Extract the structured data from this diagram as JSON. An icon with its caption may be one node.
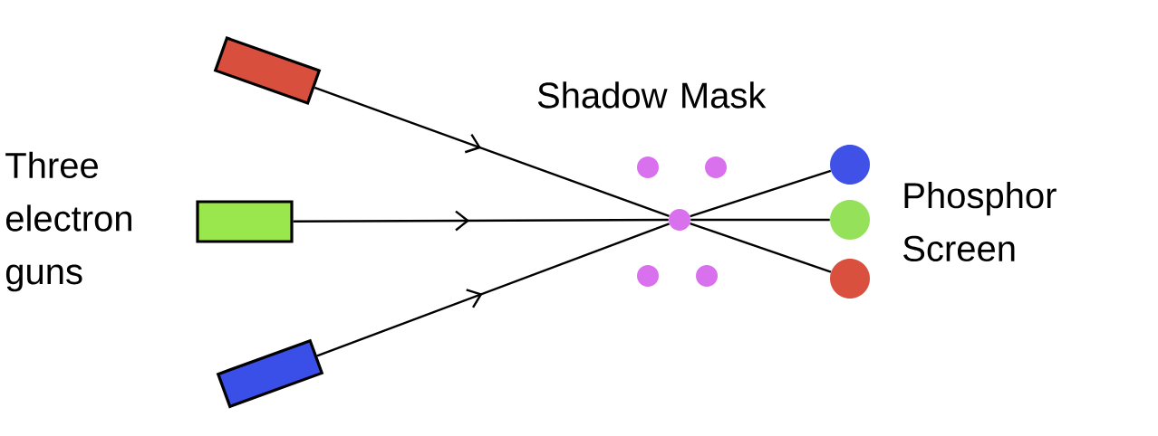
{
  "diagram": {
    "nodes": [
      {
        "text": [],
        "shape": "box"
      },
      {
        "text": [],
        "shape": "box"
      },
      {
        "text": [],
        "shape": "box"
      },
      {
        "text": [],
        "shape": "circle"
      },
      {
        "text": [],
        "shape": "circle"
      },
      {
        "text": [],
        "shape": "circle"
      },
      {
        "text": [],
        "shape": "circle"
      },
      {
        "text": [],
        "shape": "circle"
      },
      {
        "text": [],
        "shape": "circle"
      },
      {
        "text": [],
        "shape": "circle"
      },
      {
        "text": [],
        "shape": "circle"
      }
    ],
    "edges": [
      {
        "from": 0,
        "to": 5,
        "arrow": "to"
      },
      {
        "from": 5,
        "to": 10,
        "arrow": "none"
      },
      {
        "from": 1,
        "to": 5,
        "arrow": "to"
      },
      {
        "from": 5,
        "to": 9,
        "arrow": "none"
      },
      {
        "from": 2,
        "to": 5,
        "arrow": "to"
      },
      {
        "from": 5,
        "to": 8,
        "arrow": "none"
      }
    ],
    "labels": [
      "Three electron guns",
      "Shadow Mask",
      "Phosphor Screen"
    ]
  }
}
